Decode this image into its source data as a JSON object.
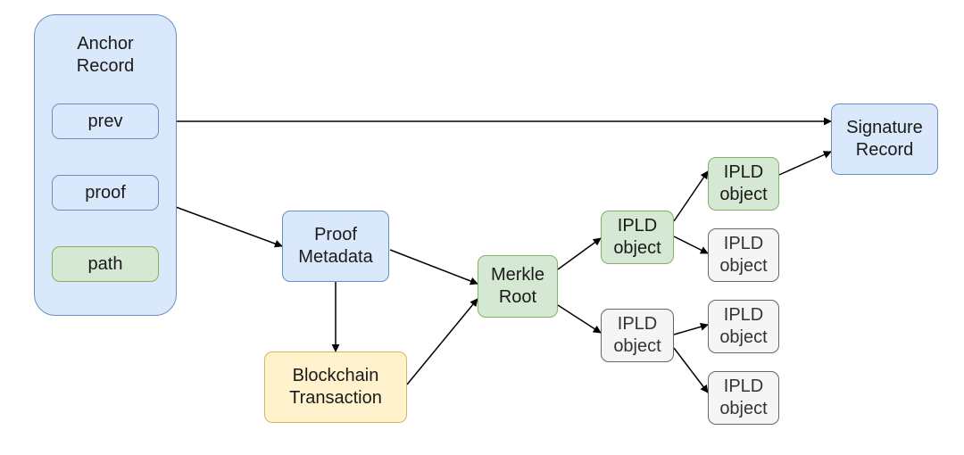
{
  "anchor_record": {
    "title": "Anchor\nRecord",
    "fields": {
      "prev": "prev",
      "proof": "proof",
      "path": "path"
    }
  },
  "nodes": {
    "signature_record": "Signature\nRecord",
    "proof_metadata": "Proof\nMetadata",
    "blockchain_transaction": "Blockchain\nTransaction",
    "merkle_root": "Merkle\nRoot",
    "ipld_object": "IPLD\nobject"
  },
  "colors": {
    "blue_fill": "#dae8fc",
    "blue_stroke": "#6c8ebf",
    "green_fill": "#d5e8d4",
    "green_stroke": "#82b366",
    "yellow_fill": "#fff2cc",
    "yellow_stroke": "#d6b656",
    "gray_fill": "#f5f5f5",
    "gray_stroke": "#666666",
    "edge": "#000000"
  }
}
